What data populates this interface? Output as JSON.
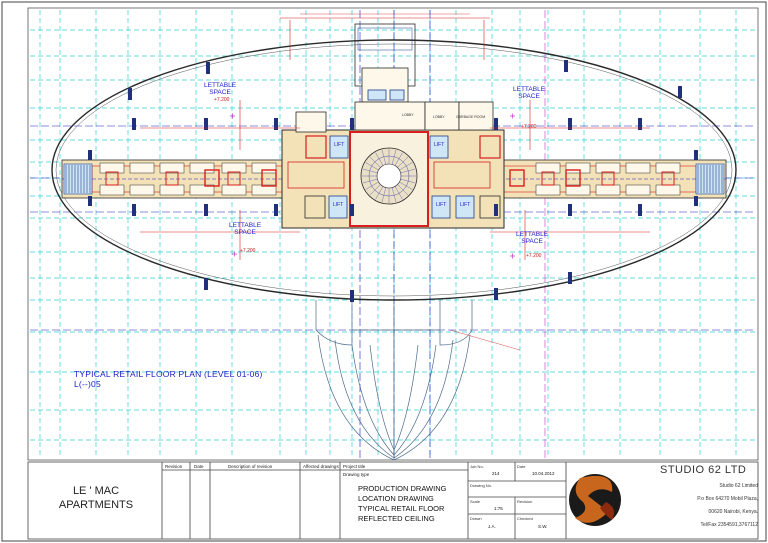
{
  "plan": {
    "title": "TYPICAL RETAIL FLOOR PLAN (LEVEL 01-06)",
    "ref": "L(--)05",
    "lettable_label": "LETTABLE\nSPACE",
    "level_marks": [
      "+7.200",
      "+7.200",
      "+7.200",
      "+7.200"
    ],
    "lift_label": "LIFT",
    "room_labels": [
      "LOBBY",
      "GARBAGE ROOM",
      "LOBBY"
    ],
    "colors": {
      "grid": "#2ed3d3",
      "outline": "#2a2a2a",
      "red": "#d81e1e",
      "blue": "#1c1cc8",
      "magenta": "#cc33cc",
      "corridor": "#f3e2b8",
      "column": "#20307a"
    }
  },
  "titleblock": {
    "project": "LE ' MAC\nAPARTMENTS",
    "headers": {
      "revision": "Revision",
      "date": "Date",
      "description": "Description of revision",
      "affected": "Affected drawings",
      "project_title": "Project title"
    },
    "drawing_type_label": "Drawing type",
    "drawing_type_lines": [
      "PRODUCTION DRAWING",
      "LOCATION DRAWING",
      "TYPICAL RETAIL FLOOR",
      "REFLECTED CEILING"
    ],
    "fields": {
      "job_no_label": "Job No.",
      "job_no": "214",
      "date_label": "Date",
      "date": "10.04.2012",
      "drawing_no_label": "Drawing No.",
      "scale_label": "Scale",
      "scale": "1:75",
      "revision_label": "Revision",
      "drawn_label": "Drawn",
      "drawn": "J.A.",
      "checked_label": "Checked",
      "checked": "S.W."
    },
    "company": {
      "name": "STUDIO 62 LTD",
      "address_lines": [
        "Studio 62 Limited",
        "P.o Box 64270 Mobil Plaza,",
        "00620 Nairobi, Kenya.",
        "Tel/Fax 2354591,3767112"
      ]
    }
  }
}
